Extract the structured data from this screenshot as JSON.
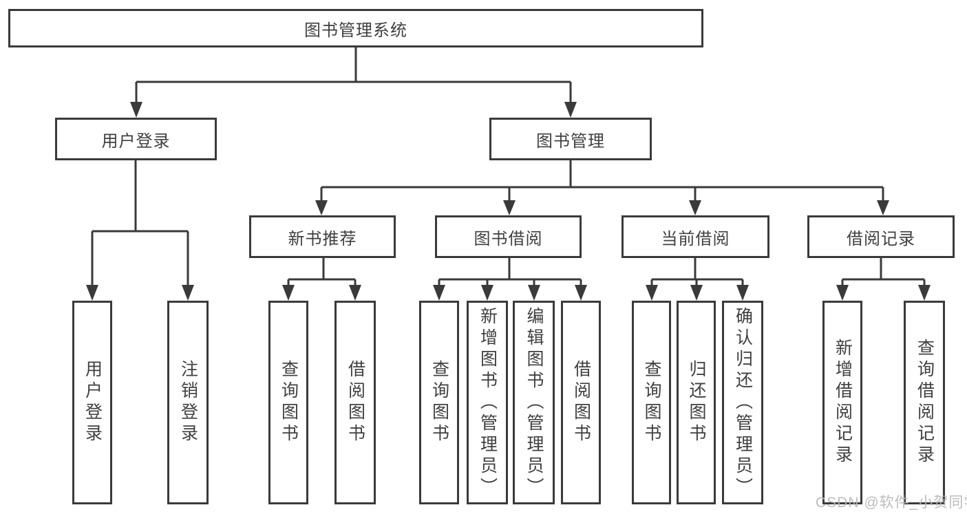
{
  "diagram": {
    "root": {
      "label": "图书管理系统"
    },
    "branches": [
      {
        "label": "用户登录",
        "children": [
          {
            "label": "用户登录"
          },
          {
            "label": "注销登录"
          }
        ]
      },
      {
        "label": "图书管理",
        "children": [
          {
            "label": "新书推荐",
            "children": [
              {
                "label": "查询图书"
              },
              {
                "label": "借阅图书"
              }
            ]
          },
          {
            "label": "图书借阅",
            "children": [
              {
                "label": "查询图书"
              },
              {
                "label": "新增图书（管理员）"
              },
              {
                "label": "编辑图书（管理员）"
              },
              {
                "label": "借阅图书"
              }
            ]
          },
          {
            "label": "当前借阅",
            "children": [
              {
                "label": "查询图书"
              },
              {
                "label": "归还图书"
              },
              {
                "label": "确认归还（管理员）"
              }
            ]
          },
          {
            "label": "借阅记录",
            "children": [
              {
                "label": "新增借阅记录"
              },
              {
                "label": "查询借阅记录"
              }
            ]
          }
        ]
      }
    ]
  },
  "watermark": {
    "text": "CSDN @软件_小贺同学"
  },
  "colors": {
    "line": "#3a3a3a",
    "text": "#3f3f3f",
    "background": "#ffffff",
    "watermark": "#b6b6b6"
  }
}
